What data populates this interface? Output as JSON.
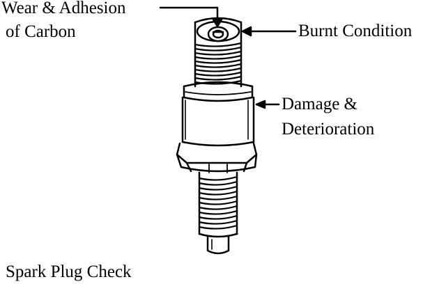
{
  "labels": {
    "wear_line1": "Wear & Adhesion",
    "wear_line2": "of Carbon",
    "burnt": "Burnt Condition",
    "damage_line1": "Damage &",
    "damage_line2": "Deterioration",
    "caption": "Spark Plug Check"
  },
  "colors": {
    "ink": "#000000",
    "paper": "#ffffff"
  }
}
